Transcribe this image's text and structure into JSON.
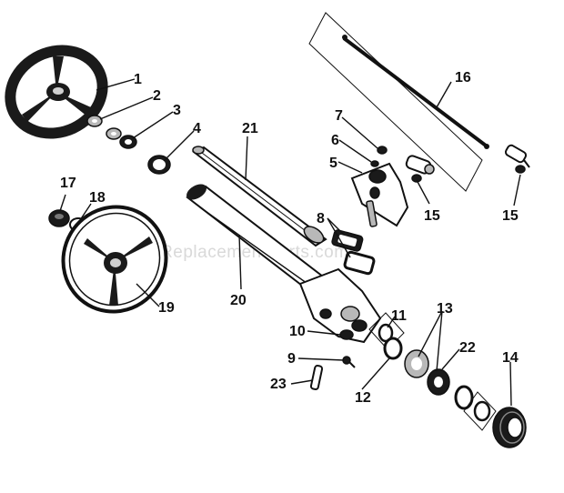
{
  "watermark": "eReplacementParts.com",
  "callouts": {
    "p1": "1",
    "p2": "2",
    "p3": "3",
    "p4": "4",
    "p5": "5",
    "p6": "6",
    "p7": "7",
    "p8": "8",
    "p9": "9",
    "p10": "10",
    "p11": "11",
    "p12": "12",
    "p13": "13",
    "p14": "14",
    "p15a": "15",
    "p15b": "15",
    "p16": "16",
    "p17": "17",
    "p18": "18",
    "p19": "19",
    "p20": "20",
    "p21": "21",
    "p22": "22",
    "p23": "23"
  }
}
